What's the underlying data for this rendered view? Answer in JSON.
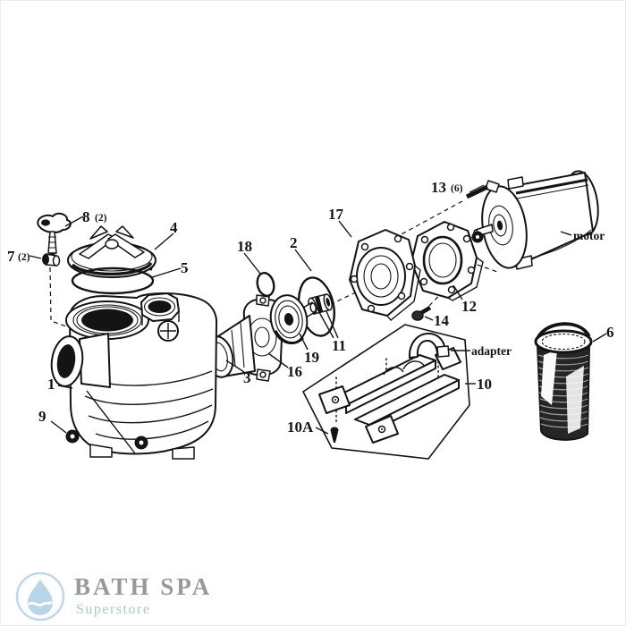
{
  "diagram": {
    "callouts": {
      "c1": {
        "label": "1"
      },
      "c2": {
        "label": "2"
      },
      "c3": {
        "label": "3"
      },
      "c4": {
        "label": "4"
      },
      "c5": {
        "label": "5"
      },
      "c6": {
        "label": "6"
      },
      "c7": {
        "label": "7",
        "qty": "(2)"
      },
      "c8": {
        "label": "8",
        "qty": "(2)"
      },
      "c9": {
        "label": "9"
      },
      "c10": {
        "label": "10"
      },
      "c10a": {
        "label": "10A"
      },
      "c11": {
        "label": "11"
      },
      "c12": {
        "label": "12"
      },
      "c13": {
        "label": "13",
        "qty": "(6)"
      },
      "c14": {
        "label": "14"
      },
      "c16": {
        "label": "16"
      },
      "c17": {
        "label": "17"
      },
      "c18": {
        "label": "18"
      },
      "c19": {
        "label": "19"
      }
    },
    "annotations": {
      "motor": "motor",
      "adapter": "adapter"
    }
  },
  "footer": {
    "brand": "BATH SPA",
    "tagline": "Superstore"
  },
  "colors": {
    "line_art": "#141414",
    "background": "#ffffff",
    "logo_blue": "#b7d6e8",
    "logo_ring": "#bcd9e8",
    "brand_text": "#97999b",
    "tagline_text": "#abc5d3"
  }
}
